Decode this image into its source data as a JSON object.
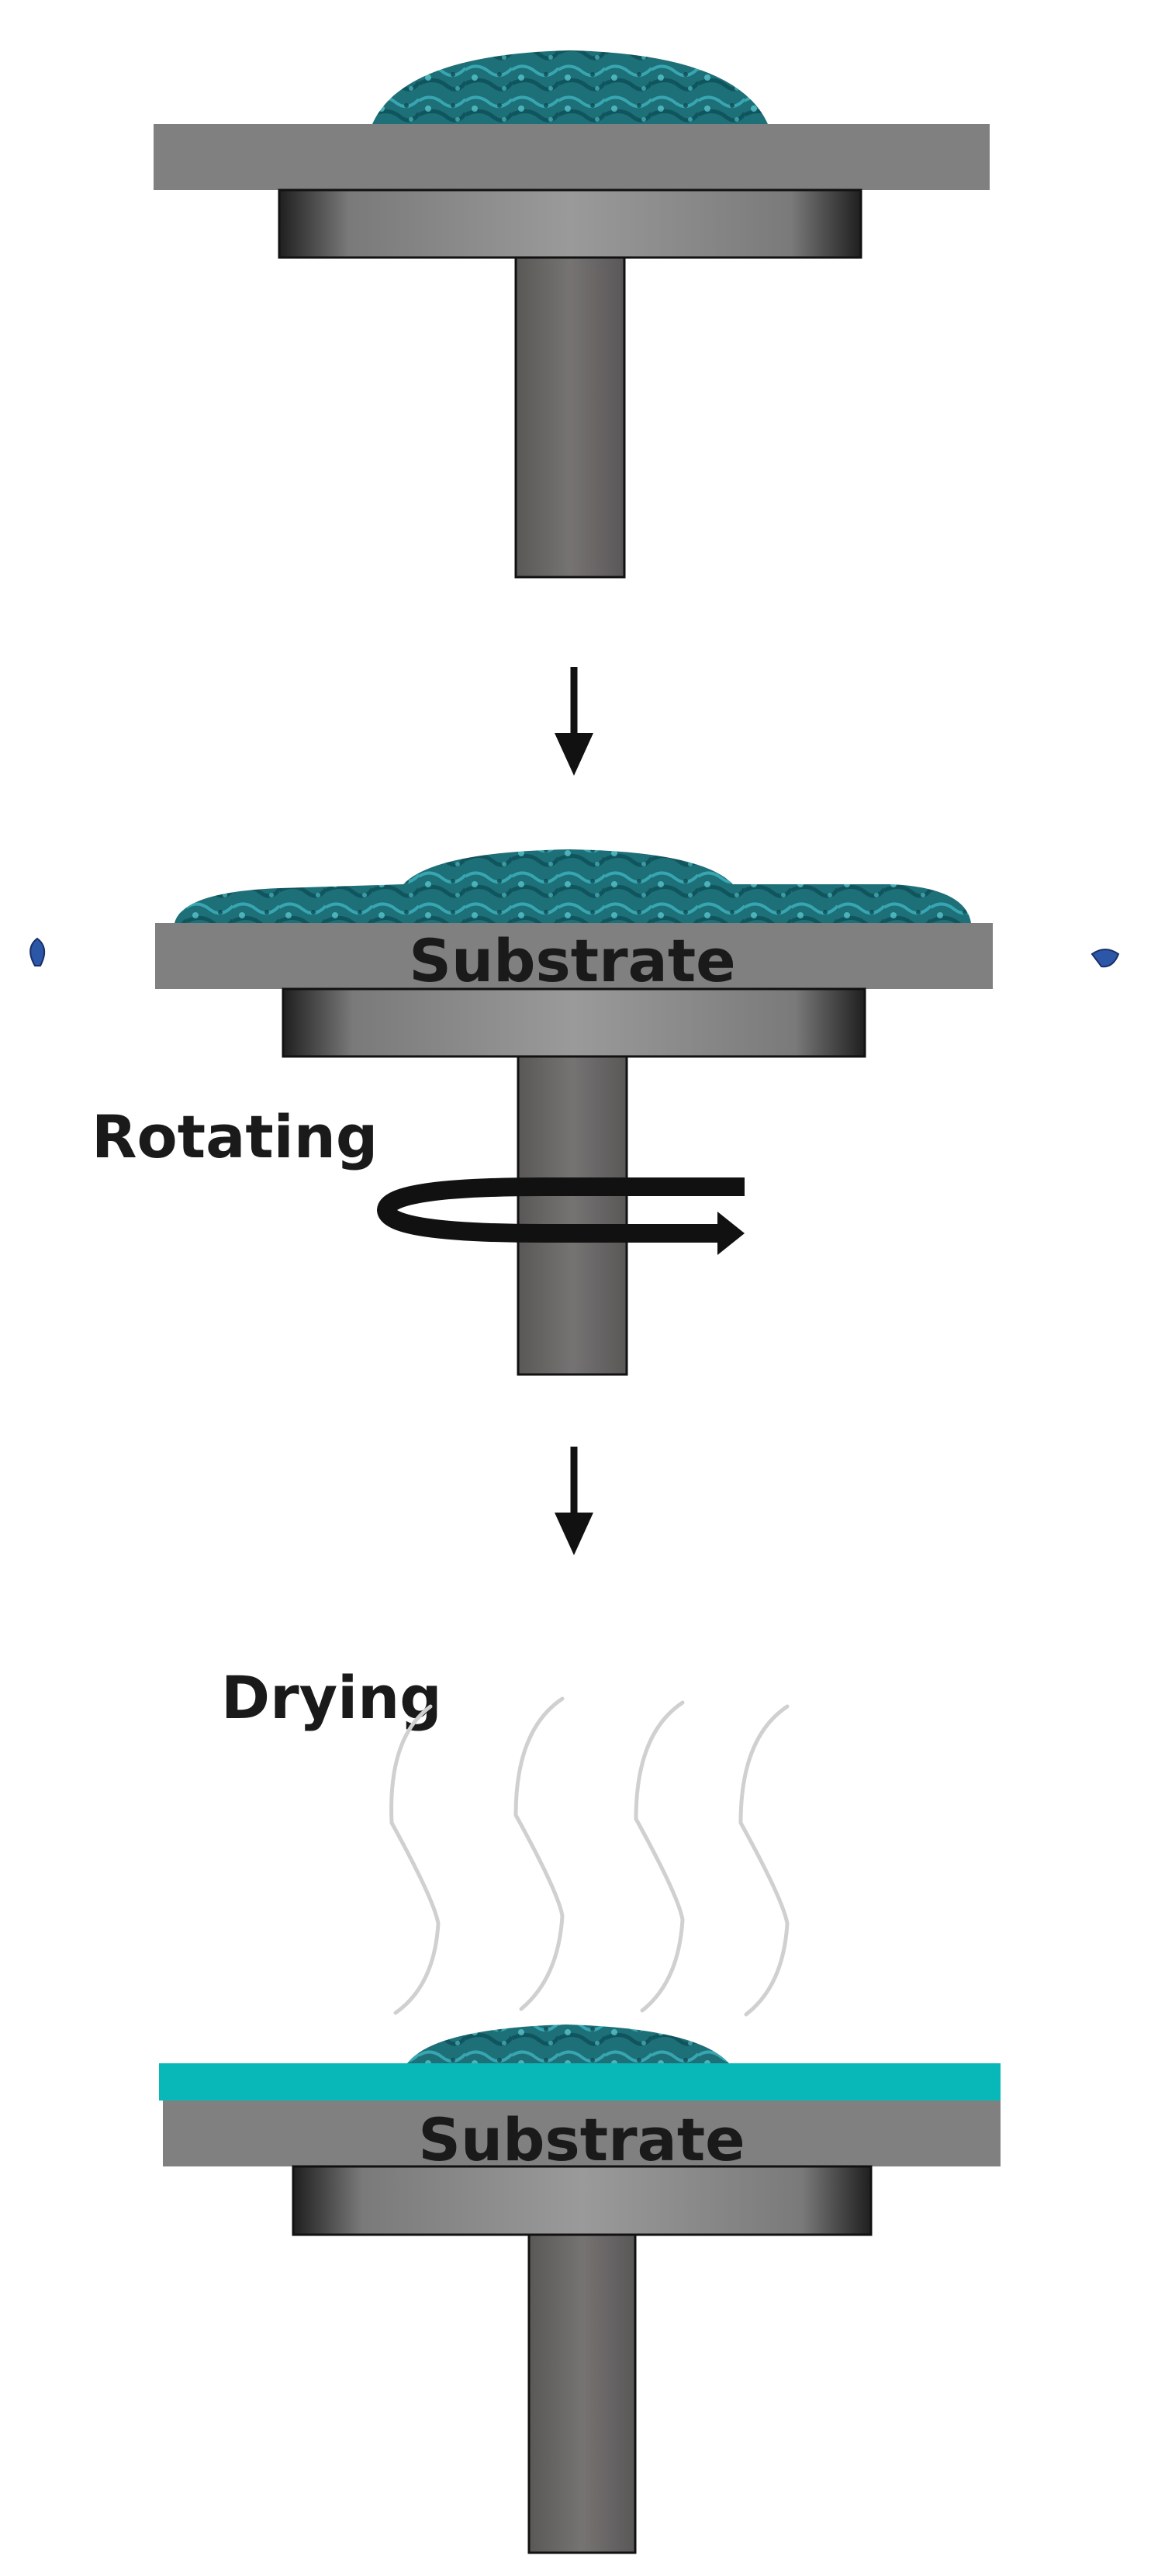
{
  "steps": [
    {
      "id": "deposition",
      "substrate_label": ""
    },
    {
      "id": "spinning",
      "substrate_label": "Substrate",
      "action_label": "Rotating"
    },
    {
      "id": "drying",
      "substrate_label": "Substrate",
      "action_label": "Drying"
    }
  ],
  "colors": {
    "plate": "#808080",
    "chuck_dark": "#2b2b2b",
    "chuck_light": "#9a9a9a",
    "shaft": "#6f6c6c",
    "solution": "#1e7f86",
    "film": "#08b8b8",
    "droplet": "#2c56a6",
    "arrow": "#111111",
    "vapor": "#d0d0d0"
  },
  "icons": {
    "flow_arrow": "down-arrow-icon",
    "rotation": "rotation-arrow-icon",
    "vapor": "vapor-line-icon",
    "droplet": "droplet-icon"
  }
}
